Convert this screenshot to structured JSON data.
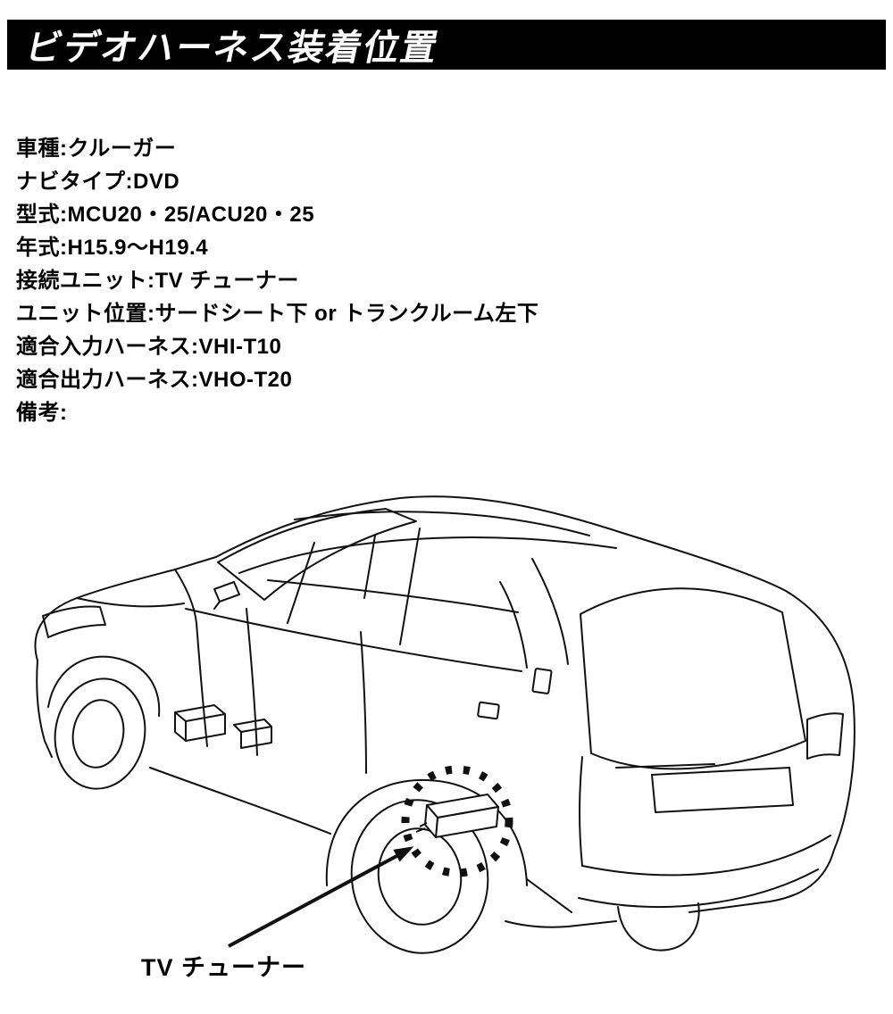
{
  "header": {
    "title": "ビデオハーネス装着位置"
  },
  "specs": {
    "lines": [
      "車種:クルーガー",
      "ナビタイプ:DVD",
      "型式:MCU20・25/ACU20・25",
      "年式:H15.9〜H19.4",
      "接続ユニット:TV チューナー",
      "ユニット位置:サードシート下 or トランクルーム左下",
      "適合入力ハーネス:VHI-T10",
      "適合出力ハーネス:VHO-T20",
      "備考:"
    ]
  },
  "diagram": {
    "callout_label": "TV チューナー",
    "highlight": "dotted-circle-around-tv-tuner",
    "vehicle": "station-wagon-rear-three-quarter-line-drawing"
  }
}
